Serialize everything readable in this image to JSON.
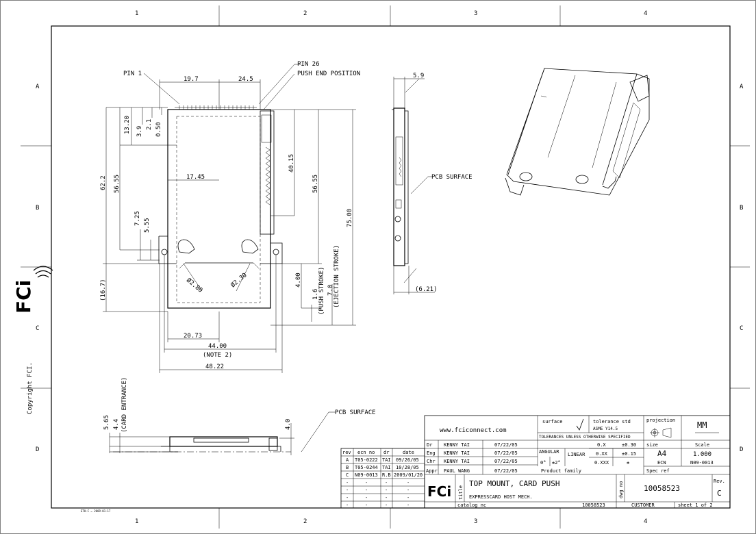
{
  "border": {
    "columns": [
      "1",
      "2",
      "3",
      "4"
    ],
    "rows": [
      "A",
      "B",
      "C",
      "D"
    ]
  },
  "side": {
    "logo": "FCi",
    "copyright": "Copyright FCI."
  },
  "bottom_left_note": "ETH-C … 2009-01-17",
  "top_view": {
    "pin1": "PIN 1",
    "pin26": "PIN 26",
    "push_end": "PUSH END POSITION",
    "d_19_7": "19.7",
    "d_24_5": "24.5",
    "d_13_20": "13.20",
    "d_3_9": "3.9",
    "d_2_1": "2.1",
    "d_0_50": "0.50",
    "d_62_2": "62.2",
    "d_56_55_left": "56.55",
    "d_40_15": "40.15",
    "d_56_55_right": "56.55",
    "d_75_00": "75.00",
    "d_17_45": "17.45",
    "d_7_25": "7.25",
    "d_5_55": "5.55",
    "d_16_7": "(16.7)",
    "hole1": "Ø2.80",
    "hole2": "Ø2.30",
    "d_4_00": "4.00",
    "push_stroke": "(PUSH STROKE)",
    "d_1_6": "1.6",
    "ejection_stroke": "(EJECTION STROKE)",
    "d_7_0": "7.0",
    "d_20_73": "20.73",
    "d_44_00": "44.00",
    "note2": "(NOTE 2)",
    "d_48_22": "48.22"
  },
  "side_view": {
    "d_5_9": "5.9",
    "pcb_surface": "PCB SURFACE",
    "d_6_21": "(6.21)"
  },
  "front_view": {
    "d_5_65": "5.65",
    "d_4_4": "4.4",
    "card_entrance": "(CARD ENTRANCE)",
    "d_4_0": "4.0",
    "pcb_surface": "PCB SURFACE"
  },
  "title_block": {
    "website": "www.fciconnect.com",
    "surface": "surface",
    "tolerance_std": "tolerance std",
    "asme": "ASME Y14.5",
    "tolerances_note": "TOLERANCES UNLESS OTHERWISE SPECIFIED",
    "projection": "projection",
    "units": "MM",
    "angular": "ANGULAR",
    "angular_val1": "0°",
    "angular_val2": "±2°",
    "linear": "LINEAR",
    "tol_rows": [
      {
        "fmt": "0.X",
        "val": "±0.30"
      },
      {
        "fmt": "0.XX",
        "val": "±0.15"
      },
      {
        "fmt": "0.XXX",
        "val": "±"
      }
    ],
    "size_label": "size",
    "size": "A4",
    "scale_label": "Scale",
    "scale": "1.000",
    "ecn_label": "ECN",
    "ecn": "N09-0013",
    "people": [
      {
        "role": "Dr",
        "name": "KENNY TAI",
        "date": "07/22/05"
      },
      {
        "role": "Eng",
        "name": "KENNY TAI",
        "date": "07/22/05"
      },
      {
        "role": "Chr",
        "name": "KENNY TAI",
        "date": "07/22/05"
      },
      {
        "role": "Appr",
        "name": "PAUL WANG",
        "date": "07/22/05"
      }
    ],
    "product_family": "Product family",
    "spec_ref": "Spec ref",
    "title_label": "title",
    "title_line1": "TOP MOUNT, CARD PUSH",
    "title_line2": "EXPRESSCARD HOST MECH.",
    "dwg_no_label": "dwg no",
    "dwg_no": "10058523",
    "rev_label": "Rev.",
    "rev": "C",
    "catalog_label": "catalog nc",
    "catalog_no": "10058523",
    "customer": "CUSTOMER",
    "sheet": "sheet 1 of 2",
    "logo": "FCi"
  },
  "rev_table": {
    "headers": [
      "rev",
      "ecn no",
      "dr",
      "date"
    ],
    "rows": [
      [
        "A",
        "T05-0222",
        "TAI",
        "09/26/05"
      ],
      [
        "B",
        "T05-0244",
        "TAI",
        "10/28/05"
      ],
      [
        "C",
        "N09-0013",
        "R.B",
        "2009/01/20"
      ],
      [
        "-",
        "-",
        "-",
        "-"
      ],
      [
        "-",
        "-",
        "-",
        "-"
      ],
      [
        "-",
        "-",
        "-",
        "-"
      ],
      [
        "-",
        "-",
        "-",
        "-"
      ]
    ]
  }
}
